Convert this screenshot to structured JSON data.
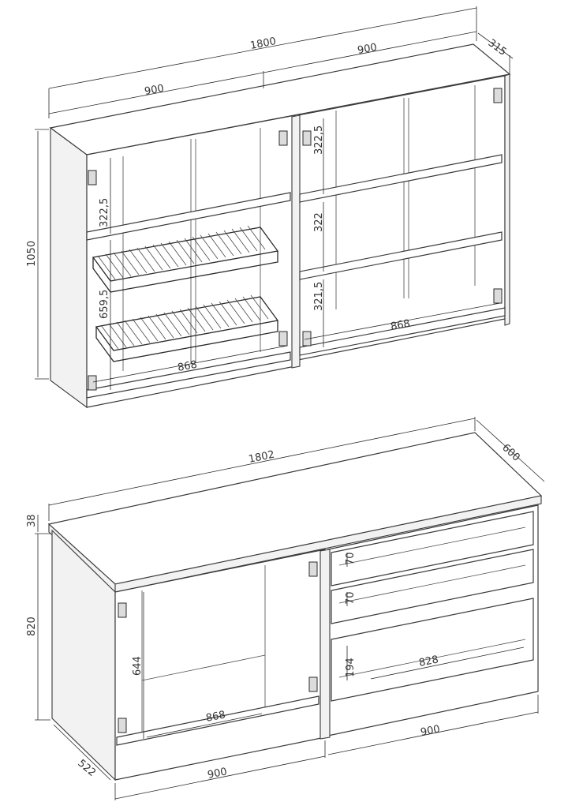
{
  "upper_cabinet": {
    "dimensions": {
      "total_width": "1800",
      "depth": "315",
      "left_width": "900",
      "right_width": "900",
      "height": "1050",
      "left_top_compartment": "322,5",
      "left_rack_compartment": "659,5",
      "left_inner_width": "868",
      "right_top_compartment": "322,5",
      "right_mid_compartment": "322",
      "right_bottom_compartment": "321,5",
      "right_inner_width": "868"
    }
  },
  "lower_cabinet": {
    "dimensions": {
      "total_width": "1802",
      "depth": "600",
      "top_thickness": "38",
      "height": "820",
      "left_inner_height": "644",
      "left_inner_width": "868",
      "left_width": "900",
      "side_depth": "522",
      "right_width": "900",
      "drawer1_height": "70",
      "drawer2_height": "70",
      "drawer3_height": "194",
      "drawer_inner_width": "828"
    }
  }
}
